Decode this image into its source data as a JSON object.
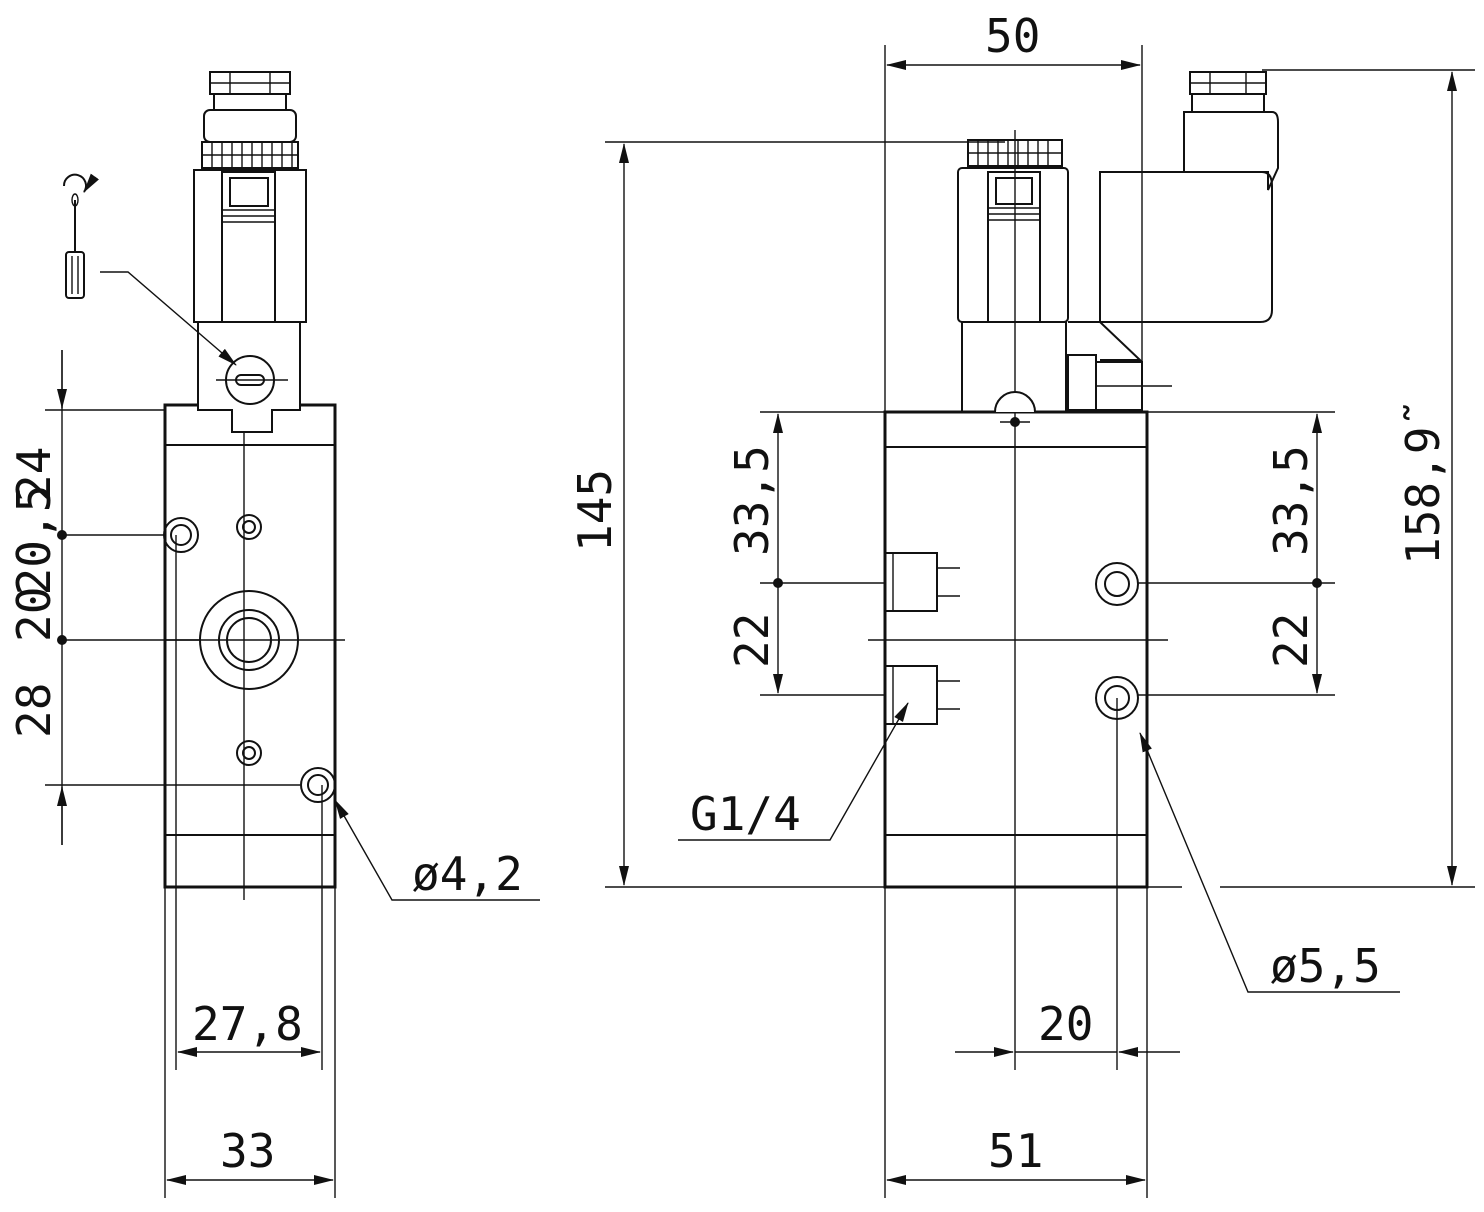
{
  "labels": {
    "width_50": "50",
    "height_145": "145",
    "height_158_9": "158,9˜",
    "left_24": "24",
    "left_20_5": "20,5",
    "left_20": "20",
    "left_28": "28",
    "dia_4_2": "ø4,2",
    "width_27_8": "27,8",
    "width_33": "33",
    "mid_33_5": "33,5",
    "mid_22": "22",
    "thread_g14": "G1/4",
    "right_33_5": "33,5",
    "right_22": "22",
    "dia_5_5": "ø5,5",
    "offset_20": "20",
    "width_51": "51"
  },
  "icons": [
    "screwdriver-icon",
    "rotation-arrow-icon",
    "arrowhead-icon"
  ],
  "colors": {
    "ink": "#111111",
    "paper": "#ffffff"
  }
}
